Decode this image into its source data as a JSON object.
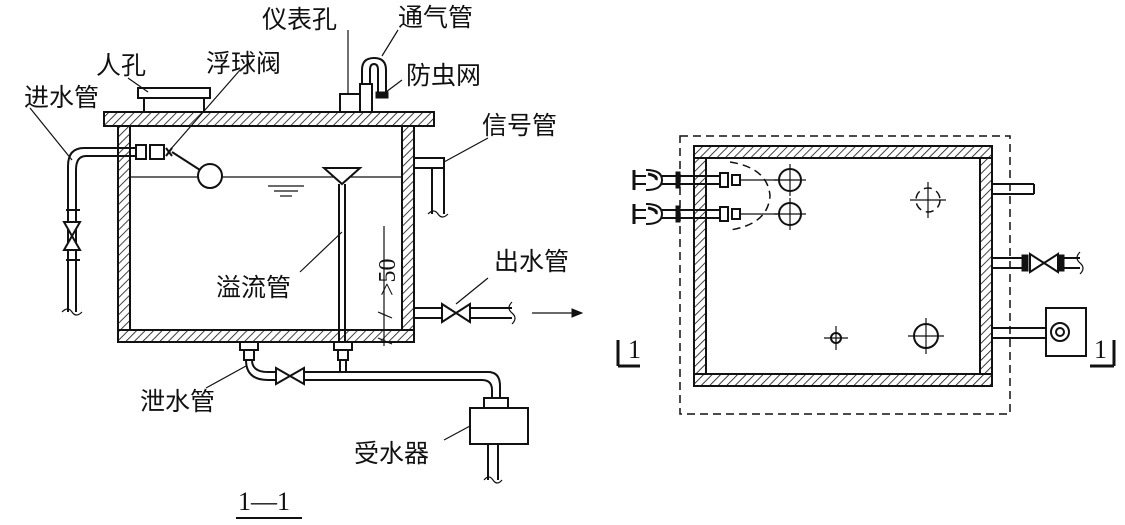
{
  "section_view": {
    "labels": {
      "manhole": "人孔",
      "instrument_hole": "仪表孔",
      "vent_pipe": "通气管",
      "insect_screen": "防虫网",
      "float_valve": "浮球阀",
      "inlet_pipe": "进水管",
      "signal_pipe": "信号管",
      "overflow_pipe": "溢流管",
      "outlet_pipe": "出水管",
      "drain_pipe": "泄水管",
      "receiver": "受水器"
    },
    "dimension": ">50",
    "section_caption": "1—1"
  },
  "plan_view": {
    "section_mark_left": "1",
    "section_mark_right": "1"
  }
}
